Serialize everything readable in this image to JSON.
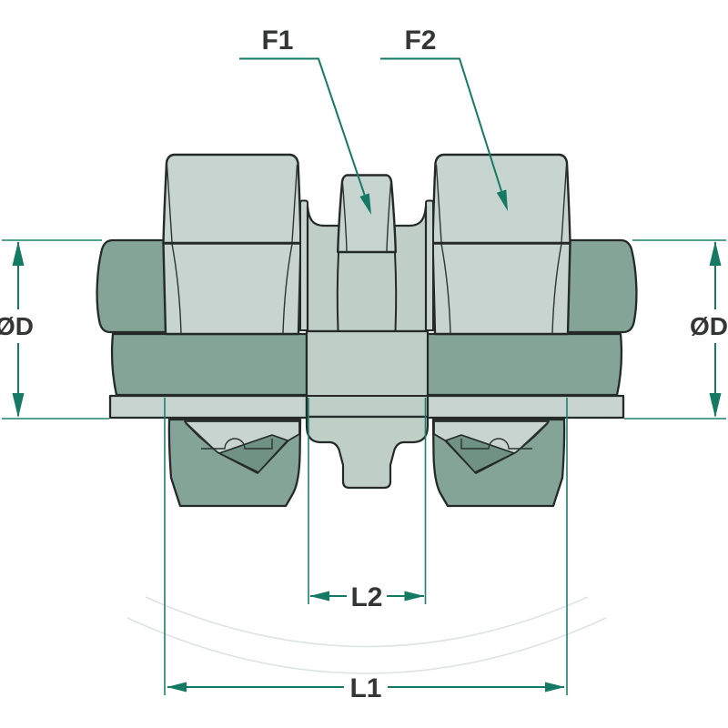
{
  "drawing": {
    "kind": "hydraulic-fitting-dimension-drawing",
    "labels": {
      "f1": "F1",
      "f2": "F2",
      "od_left": "ØD",
      "od_right": "ØD",
      "l2": "L2",
      "l1": "L1"
    },
    "colors": {
      "body_light": "#c8d4cf",
      "body_medium": "#c0cec8",
      "body_dark": "#84a498",
      "body_shadow": "#6f9284",
      "outline": "#242a28",
      "dimension": "#147a63",
      "label_text": "#333634",
      "background": "#ffffff"
    }
  }
}
